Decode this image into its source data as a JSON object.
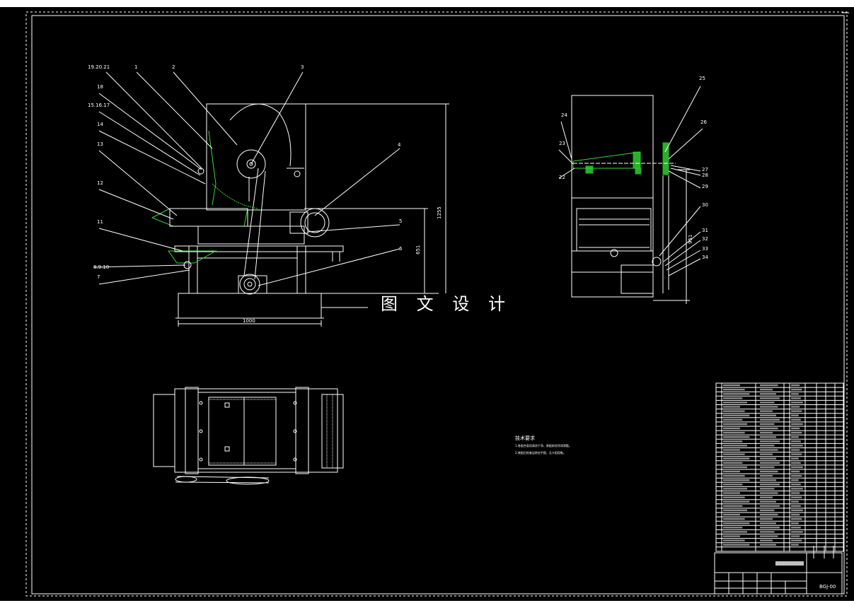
{
  "drawing": {
    "watermark": "图 文 设 计",
    "colors": {
      "background": "#000000",
      "line": "#ffffff",
      "highlight": "#39d439"
    }
  },
  "front_view": {
    "balloons": [
      "19.20.21",
      "1",
      "2",
      "3",
      "18",
      "15.16.17",
      "14",
      "13",
      "4",
      "12",
      "5",
      "11",
      "6",
      "8.9.10",
      "7"
    ],
    "dimensions": {
      "height_total": "1255",
      "height_table": "651",
      "width_base": "1000"
    }
  },
  "side_view": {
    "balloons": [
      "25",
      "24",
      "26",
      "23",
      "27",
      "28",
      "22",
      "29",
      "30",
      "31",
      "32",
      "33",
      "34"
    ],
    "dimensions": {
      "height": "951"
    }
  },
  "tech_requirements": {
    "title": "技术要求",
    "items": [
      "1.各配合面须清洗干净，装配前须涂润滑脂。",
      "2.装配后检查运转应平稳，无卡阻现象。"
    ]
  },
  "title_block": {
    "drawing_no": "BGJ-00"
  }
}
